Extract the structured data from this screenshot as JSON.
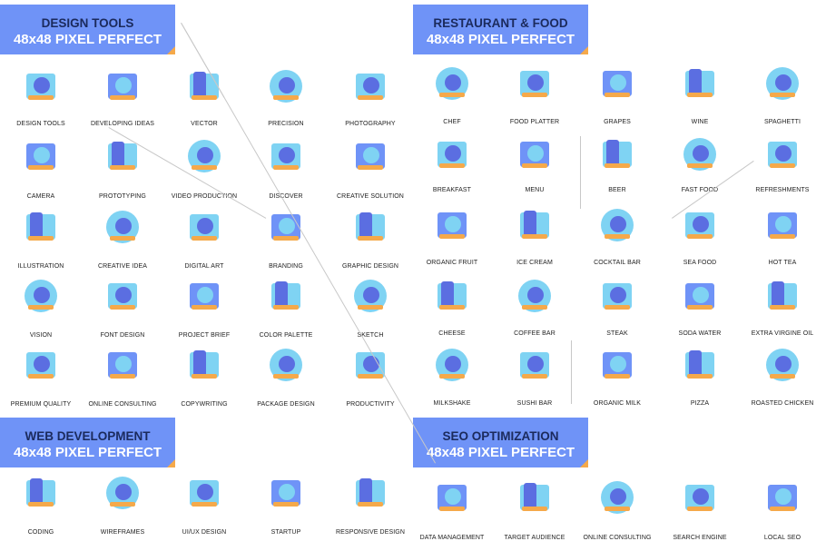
{
  "sections": [
    {
      "title": "DESIGN TOOLS",
      "subtitle": "48x48 PIXEL PERFECT",
      "items": [
        "DESIGN TOOLS",
        "DEVELOPING IDEAS",
        "VECTOR",
        "PRECISION",
        "PHOTOGRAPHY",
        "CAMERA",
        "PROTOTYPING",
        "VIDEO PRODUCTION",
        "DISCOVER",
        "CREATIVE SOLUTION",
        "ILLUSTRATION",
        "CREATIVE IDEA",
        "DIGITAL ART",
        "BRANDING",
        "GRAPHIC DESIGN",
        "VISION",
        "FONT DESIGN",
        "PROJECT BRIEF",
        "COLOR PALETTE",
        "SKETCH",
        "PREMIUM QUALITY",
        "ONLINE CONSULTING",
        "COPYWRITING",
        "PACKAGE DESIGN",
        "PRODUCTIVITY"
      ]
    },
    {
      "title": "RESTAURANT & FOOD",
      "subtitle": "48x48 PIXEL PERFECT",
      "items": [
        "CHEF",
        "FOOD PLATTER",
        "GRAPES",
        "WINE",
        "SPAGHETTI",
        "BREAKFAST",
        "MENU",
        "BEER",
        "FAST FOOD",
        "REFRESHMENTS",
        "ORGANIC FRUIT",
        "ICE CREAM",
        "COCKTAIL BAR",
        "SEA FOOD",
        "HOT TEA",
        "CHEESE",
        "COFFEE BAR",
        "STEAK",
        "SODA WATER",
        "EXTRA VIRGINE OIL",
        "MILKSHAKE",
        "SUSHI BAR",
        "ORGANIC MILK",
        "PIZZA",
        "ROASTED CHICKEN"
      ]
    },
    {
      "title": "WEB DEVELOPMENT",
      "subtitle": "48x48 PIXEL PERFECT",
      "items": [
        "CODING",
        "WIREFRAMES",
        "UI/UX DESIGN",
        "STARTUP",
        "RESPONSIVE DESIGN"
      ]
    },
    {
      "title": "SEO OPTIMIZATION",
      "subtitle": "48x48 PIXEL PERFECT",
      "items": [
        "DATA MANAGEMENT",
        "TARGET AUDIENCE",
        "ONLINE CONSULTING",
        "SEARCH ENGINE",
        "LOCAL SEO"
      ]
    }
  ],
  "colors": {
    "banner": "#6f93f7",
    "title": "#1b2a5c",
    "accent": "#f5a94a",
    "icon_light": "#7fd3f3",
    "icon_dark": "#5b6ee1"
  }
}
